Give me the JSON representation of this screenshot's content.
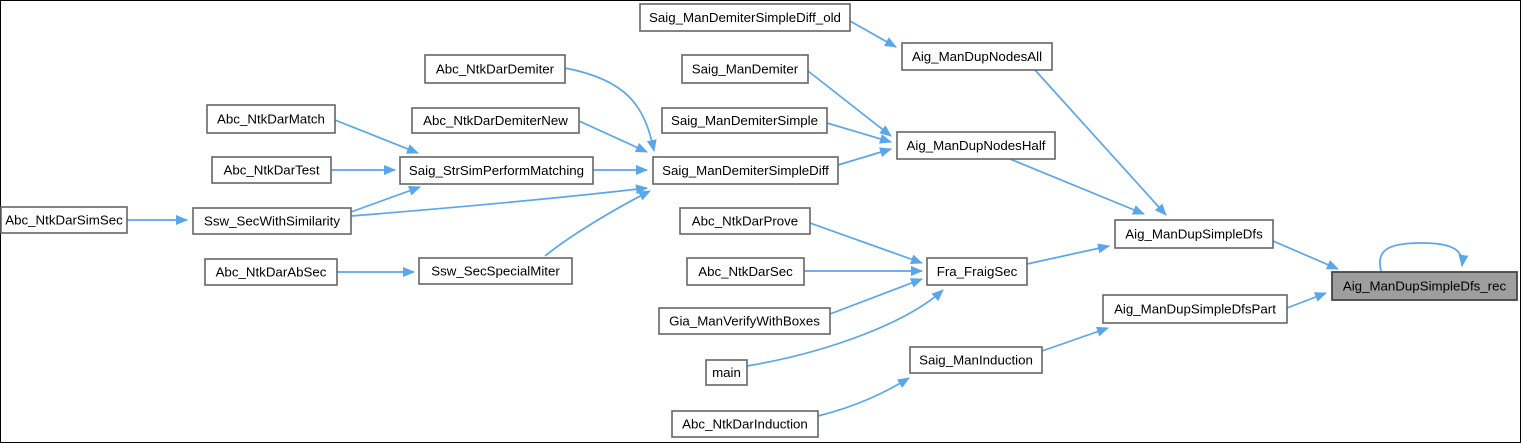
{
  "diagram": {
    "kind": "call-graph",
    "highlighted_node": "Aig_ManDupSimpleDfs_rec",
    "colors": {
      "edge": "#5aa6eb",
      "node_fill": "#ffffff",
      "node_border": "#666666",
      "highlight_fill": "#9e9e9e",
      "highlight_border": "#454545",
      "text": "#000000",
      "background": "#ffffff",
      "frame": "#000000"
    },
    "nodes": [
      {
        "id": "abc-ntkdarsimsec",
        "label": "Abc_NtkDarSimSec"
      },
      {
        "id": "abc-ntkdarmatch",
        "label": "Abc_NtkDarMatch"
      },
      {
        "id": "abc-ntkdartest",
        "label": "Abc_NtkDarTest"
      },
      {
        "id": "ssw-secwithsimilarity",
        "label": "Ssw_SecWithSimilarity"
      },
      {
        "id": "abc-ntkdarabsec",
        "label": "Abc_NtkDarAbSec"
      },
      {
        "id": "abc-ntkdardemiter",
        "label": "Abc_NtkDarDemiter"
      },
      {
        "id": "abc-ntkdardemiternew",
        "label": "Abc_NtkDarDemiterNew"
      },
      {
        "id": "saig-strsimperformmatching",
        "label": "Saig_StrSimPerformMatching"
      },
      {
        "id": "ssw-secspecialmiter",
        "label": "Ssw_SecSpecialMiter"
      },
      {
        "id": "saig-mandemitersimplediff-old",
        "label": "Saig_ManDemiterSimpleDiff_old"
      },
      {
        "id": "saig-mandemiter",
        "label": "Saig_ManDemiter"
      },
      {
        "id": "saig-mandemitersimple",
        "label": "Saig_ManDemiterSimple"
      },
      {
        "id": "saig-mandemitersimplediff",
        "label": "Saig_ManDemiterSimpleDiff"
      },
      {
        "id": "abc-ntkdarprove",
        "label": "Abc_NtkDarProve"
      },
      {
        "id": "abc-ntkdarsec",
        "label": "Abc_NtkDarSec"
      },
      {
        "id": "gia-manverifywithboxes",
        "label": "Gia_ManVerifyWithBoxes"
      },
      {
        "id": "main",
        "label": "main"
      },
      {
        "id": "abc-ntkdarinduction",
        "label": "Abc_NtkDarInduction"
      },
      {
        "id": "aig-mandupnodesall",
        "label": "Aig_ManDupNodesAll"
      },
      {
        "id": "aig-mandupnodeshalf",
        "label": "Aig_ManDupNodesHalf"
      },
      {
        "id": "fra-fraigsec",
        "label": "Fra_FraigSec"
      },
      {
        "id": "saig-maninduction",
        "label": "Saig_ManInduction"
      },
      {
        "id": "aig-mandupsimpledfs",
        "label": "Aig_ManDupSimpleDfs"
      },
      {
        "id": "aig-mandupsimpledfspart",
        "label": "Aig_ManDupSimpleDfsPart"
      },
      {
        "id": "aig-mandupsimpledfs-rec",
        "label": "Aig_ManDupSimpleDfs_rec"
      }
    ],
    "edges": [
      {
        "from": "Abc_NtkDarSimSec",
        "to": "Ssw_SecWithSimilarity"
      },
      {
        "from": "Abc_NtkDarMatch",
        "to": "Saig_StrSimPerformMatching"
      },
      {
        "from": "Abc_NtkDarTest",
        "to": "Saig_StrSimPerformMatching"
      },
      {
        "from": "Ssw_SecWithSimilarity",
        "to": "Saig_StrSimPerformMatching"
      },
      {
        "from": "Ssw_SecWithSimilarity",
        "to": "Saig_ManDemiterSimpleDiff"
      },
      {
        "from": "Abc_NtkDarAbSec",
        "to": "Ssw_SecSpecialMiter"
      },
      {
        "from": "Ssw_SecSpecialMiter",
        "to": "Saig_ManDemiterSimpleDiff"
      },
      {
        "from": "Abc_NtkDarDemiter",
        "to": "Saig_ManDemiterSimpleDiff"
      },
      {
        "from": "Abc_NtkDarDemiterNew",
        "to": "Saig_ManDemiterSimpleDiff"
      },
      {
        "from": "Saig_StrSimPerformMatching",
        "to": "Saig_ManDemiterSimpleDiff"
      },
      {
        "from": "Saig_ManDemiterSimpleDiff_old",
        "to": "Aig_ManDupNodesAll"
      },
      {
        "from": "Saig_ManDemiter",
        "to": "Aig_ManDupNodesHalf"
      },
      {
        "from": "Saig_ManDemiterSimple",
        "to": "Aig_ManDupNodesHalf"
      },
      {
        "from": "Saig_ManDemiterSimpleDiff",
        "to": "Aig_ManDupNodesHalf"
      },
      {
        "from": "Aig_ManDupNodesAll",
        "to": "Aig_ManDupSimpleDfs"
      },
      {
        "from": "Aig_ManDupNodesHalf",
        "to": "Aig_ManDupSimpleDfs"
      },
      {
        "from": "Abc_NtkDarProve",
        "to": "Fra_FraigSec"
      },
      {
        "from": "Abc_NtkDarSec",
        "to": "Fra_FraigSec"
      },
      {
        "from": "Gia_ManVerifyWithBoxes",
        "to": "Fra_FraigSec"
      },
      {
        "from": "main",
        "to": "Fra_FraigSec"
      },
      {
        "from": "Abc_NtkDarInduction",
        "to": "Saig_ManInduction"
      },
      {
        "from": "Fra_FraigSec",
        "to": "Aig_ManDupSimpleDfs"
      },
      {
        "from": "Saig_ManInduction",
        "to": "Aig_ManDupSimpleDfsPart"
      },
      {
        "from": "Aig_ManDupSimpleDfs",
        "to": "Aig_ManDupSimpleDfs_rec"
      },
      {
        "from": "Aig_ManDupSimpleDfsPart",
        "to": "Aig_ManDupSimpleDfs_rec"
      },
      {
        "from": "Aig_ManDupSimpleDfs_rec",
        "to": "Aig_ManDupSimpleDfs_rec"
      }
    ]
  }
}
